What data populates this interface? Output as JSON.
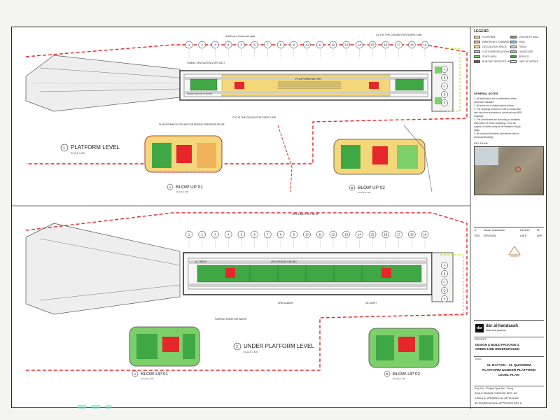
{
  "colors": {
    "platform": "#f3d779",
    "green_room": "#3fa845",
    "light_green": "#7dcf6a",
    "red_equipment": "#e5262b",
    "red_dashed_boundary": "#e5262b",
    "grey_wall": "#8f8f8f",
    "track_grey": "#d0d0d0",
    "yellow_green_dashed": "#c6d92b",
    "sky": "#cfe2f3"
  },
  "drawing": {
    "top_plan": {
      "title": "PLATFORM LEVEL",
      "title_number": "1",
      "scale": "SCALE 1:500",
      "grid_numbers": [
        "1",
        "2",
        "3",
        "4",
        "5",
        "6",
        "7",
        "8",
        "9",
        "10",
        "11",
        "12",
        "13",
        "14",
        "15",
        "16",
        "17",
        "18",
        "19"
      ],
      "grid_letters": [
        "A",
        "B",
        "C",
        "D",
        "E"
      ],
      "labels": {
        "top_dim": "1000 mm Concrete wall",
        "concrete_wall_label": "CUT IN THE CEILING FOR SUPPLY AIR",
        "platform_metro": "PLATFORM METRO",
        "cut_ceiling": "CUT IN THE CEILING FOR SUPPLY AIR",
        "scada_room": "SCADA SECURITY ROOM",
        "tunnel_vent": "TUNNEL VENTILATION & DRY DUCT",
        "slab_opening": "SLAB OPENING IN CEILING FOR PASSIVE PRESSURE RELIEF"
      },
      "blowups": [
        {
          "letter": "A",
          "title": "BLOW UP 01",
          "scale": "SCALE 1:200"
        },
        {
          "letter": "B",
          "title": "BLOW UP 02",
          "scale": "SCALE 1:200"
        }
      ]
    },
    "bottom_plan": {
      "title": "UNDER PLATFORM LEVEL",
      "title_number": "2",
      "scale": "SCALE 1:500",
      "grid_numbers": [
        "1",
        "2",
        "3",
        "4",
        "5",
        "6",
        "7",
        "8",
        "9",
        "10",
        "11",
        "12",
        "13",
        "14",
        "15",
        "16",
        "17",
        "18",
        "19"
      ],
      "grid_letters": [
        "A",
        "B",
        "C",
        "D",
        "E"
      ],
      "labels": {
        "ups_room": "UPS & BATTERY 60 M²",
        "upl_ceiling": "UPL IN FALSE CEILING",
        "track_label": "AL TRACK",
        "grid_ladder": "GRID LADDER",
        "pump_room": "PUMPING ROOM FOR WATER",
        "oil_shaft": "OIL SHAFT"
      },
      "blowups": [
        {
          "letter": "A",
          "title": "BLOW-UP 01",
          "scale": "SCALE 1:200"
        },
        {
          "letter": "B",
          "title": "BLOW-UP 02",
          "scale": "SCALE 1:200"
        }
      ]
    }
  },
  "title_block": {
    "legend_heading": "LEGEND",
    "legend": [
      {
        "label": "PLATFORM",
        "color": "#f3d779"
      },
      {
        "label": "CONCRETE WALL",
        "color": "#8f8f8f"
      },
      {
        "label": "EMERGENCY CHANNEL",
        "color": "#f1b25c"
      },
      {
        "label": "HVAC",
        "color": "#6cc3e8"
      },
      {
        "label": "CIRCULATION SPACE",
        "color": "#ffe9a0"
      },
      {
        "label": "TRACK",
        "color": "#d0d0d0"
      },
      {
        "label": "CUSTOMER RELATIONS",
        "color": "#c9a5d8"
      },
      {
        "label": "LANDSCAPE",
        "color": "#a3d977"
      },
      {
        "label": "STAFF AREA",
        "color": "#7dcf6a"
      },
      {
        "label": "SERVICE",
        "color": "#3fa845"
      },
      {
        "label": "BUILDING SERVICES / ELECT",
        "color": "#e5262b"
      },
      {
        "label": "LIMIT OF WORKS",
        "color": "#ffffff"
      }
    ],
    "notes_heading": "GENERAL NOTES",
    "notes": [
      "1. All dimensions are in millimeters unless",
      "   otherwise indicated.",
      "2. All levels are in meters above datum.",
      "3. The drawings should be read in conjunction",
      "   with the other architectural, structural and MEP",
      "   drawings.",
      "4. The coordinates are according to available",
      "   information of Tender Drawings. They are",
      "   subject to further study at the Detailed Design",
      "   stage.",
      "5. All structural elements dimensions refer to",
      "   structural drawings."
    ],
    "key_plan_heading": "KEY PLAN",
    "revision_row": [
      "A",
      "Tender Submission",
      "20/11/12",
      "EL"
    ],
    "revision_header": [
      "REV.",
      "REVISION",
      "DATE",
      "APP"
    ],
    "company_name": "dar al-handasah",
    "company_sub": "shair and partners",
    "project_label": "PROJECT",
    "project_line1": "DESIGN & BUILD PACKAGE 4",
    "project_line2": "GREEN LINE UNDERGROUND",
    "title_label": "TITLE",
    "title_line1": "AL RAYYAN - AL QUADEEM",
    "title_line2": "PLATFORM &UNDER PLATFORM",
    "title_line3": "LEVEL PLAN",
    "footer_row1": "Proj. No. :   Project Type No. :   Drwg",
    "footer_row2": "SCALE   DRAWN   CHECKED   DRG. NO.",
    "footer_row3": "1:500   A.S.   ORDERED   GL-AR-PLN-001",
    "footer_row4": "AS SHOWN   20/11/12   APPROVED   REV. A"
  }
}
